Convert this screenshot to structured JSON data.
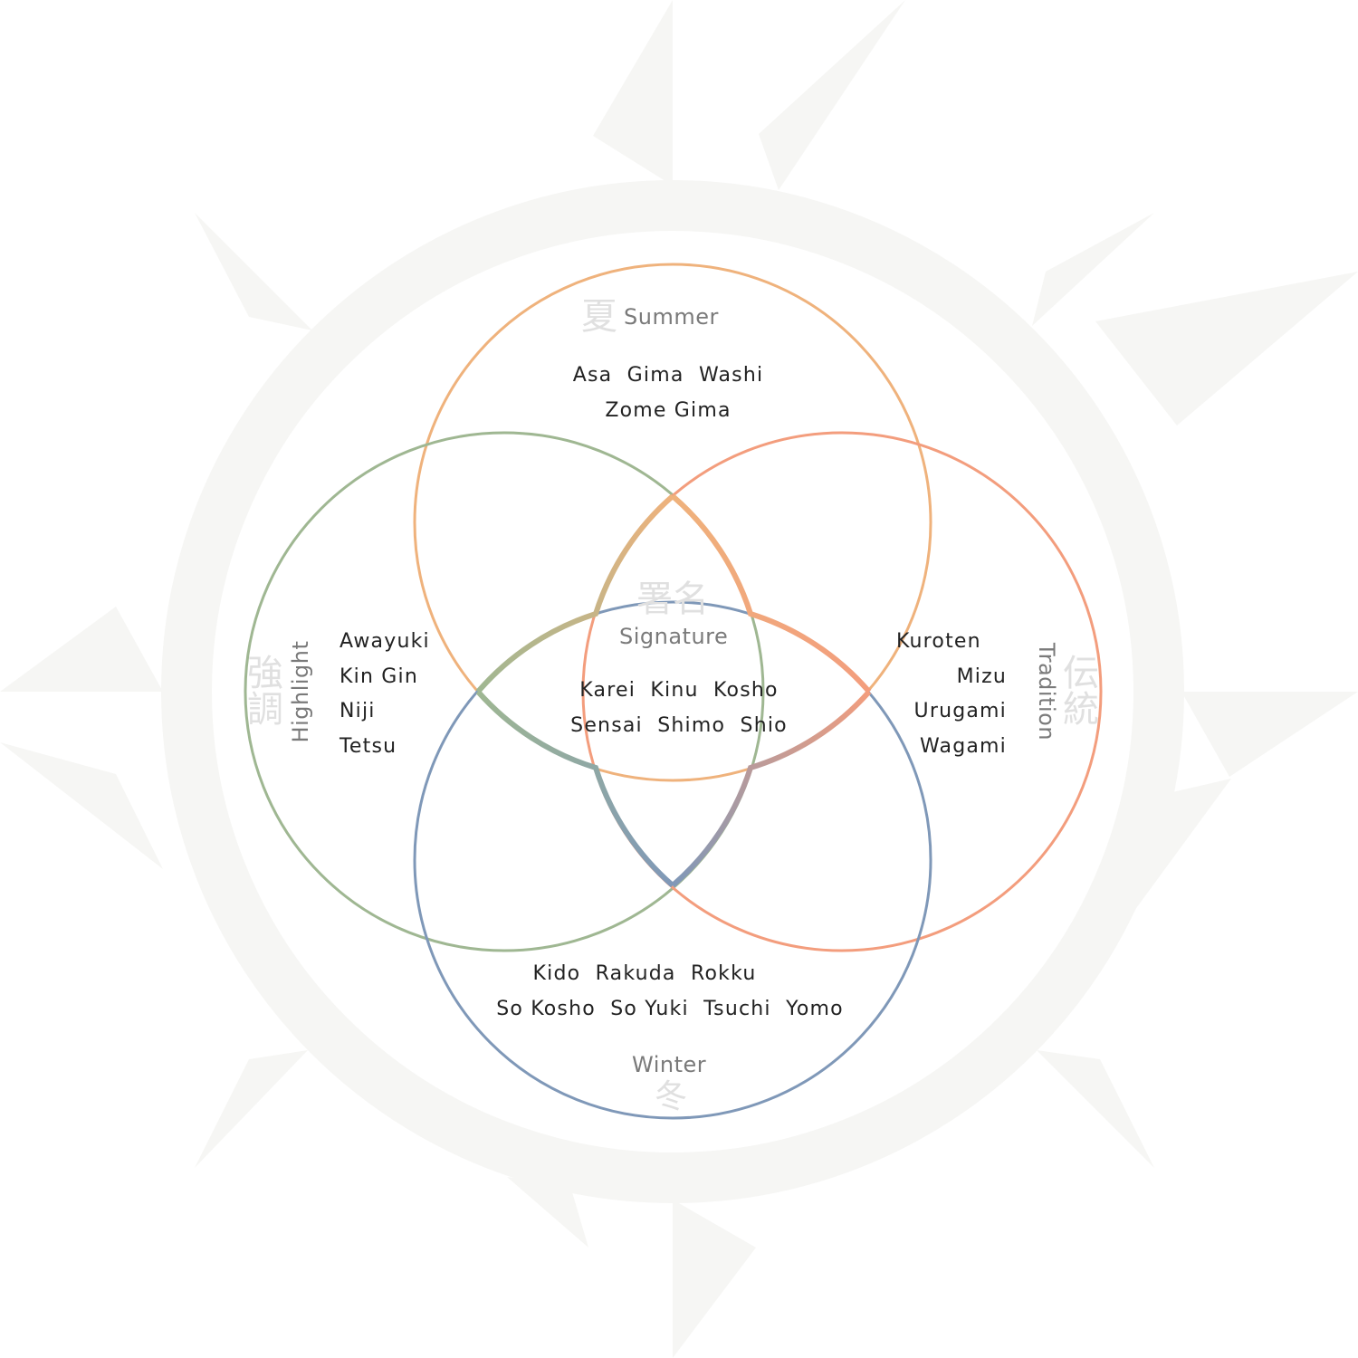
{
  "title": "Venn diagram of sets",
  "colors": {
    "summer": "#efb27c",
    "highlight": "#9fb792",
    "tradition": "#f39d7d",
    "winter": "#7f98b8",
    "background_emblem": "#f6f6f4"
  },
  "sets": {
    "summer": {
      "label": "Summer",
      "kanji": "夏",
      "items": [
        "Asa  Gima  Washi",
        "Zome Gima"
      ]
    },
    "highlight": {
      "label": "Highlight",
      "kanji": "強調",
      "items": [
        "Awayuki",
        "Kin Gin",
        "Niji",
        "Tetsu"
      ]
    },
    "tradition": {
      "label": "Tradition",
      "kanji": "伝統",
      "items": [
        "Kuroten",
        "Mizu",
        "Urugami",
        "Wagami"
      ]
    },
    "winter": {
      "label": "Winter",
      "kanji": "冬",
      "items": [
        "Kido  Rakuda  Rokku",
        "So Kosho  So Yuki  Tsuchi  Yomo"
      ]
    },
    "signature": {
      "label": "Signature",
      "kanji": "署名",
      "items": [
        "Karei  Kinu  Kosho",
        "Sensai  Shimo  Shio"
      ]
    }
  }
}
